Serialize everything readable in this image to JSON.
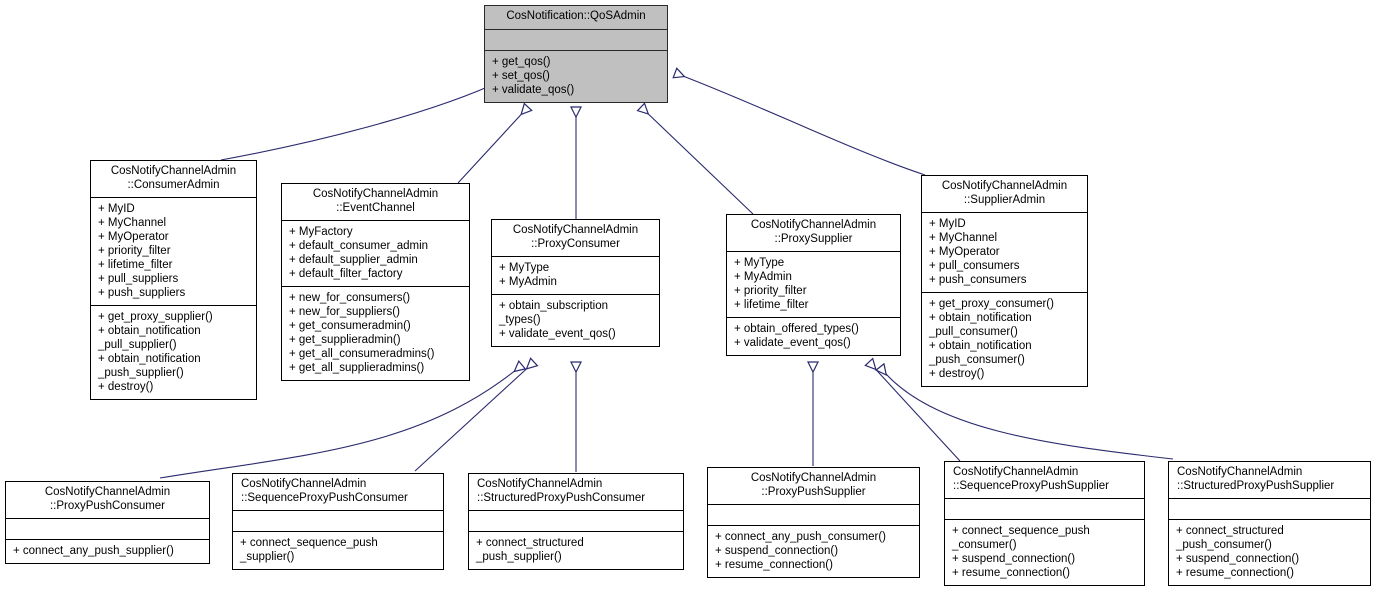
{
  "diagram": {
    "type": "uml-class-inheritance",
    "title": "CosNotification::QoSAdmin inheritance diagram",
    "line_color": "#2a2a6e",
    "root_fill": "#c0c0c0",
    "box_border": "#000000",
    "background": "#ffffff"
  },
  "classes": [
    {
      "id": "qosadmin",
      "name": "CosNotification::QoSAdmin",
      "attributes": [],
      "operations": [
        "+ get_qos()",
        "+ set_qos()",
        "+ validate_qos()"
      ],
      "highlighted": true
    },
    {
      "id": "consumeradmin",
      "name": "CosNotifyChannelAdmin\n::ConsumerAdmin",
      "attributes": [
        "+ MyID",
        "+ MyChannel",
        "+ MyOperator",
        "+ priority_filter",
        "+ lifetime_filter",
        "+ pull_suppliers",
        "+ push_suppliers"
      ],
      "operations": [
        "+ get_proxy_supplier()",
        "+ obtain_notification\n_pull_supplier()",
        "+ obtain_notification\n_push_supplier()",
        "+ destroy()"
      ],
      "highlighted": false
    },
    {
      "id": "eventchannel",
      "name": "CosNotifyChannelAdmin\n::EventChannel",
      "attributes": [
        "+ MyFactory",
        "+ default_consumer_admin",
        "+ default_supplier_admin",
        "+ default_filter_factory"
      ],
      "operations": [
        "+ new_for_consumers()",
        "+ new_for_suppliers()",
        "+ get_consumeradmin()",
        "+ get_supplieradmin()",
        "+ get_all_consumeradmins()",
        "+ get_all_supplieradmins()"
      ],
      "highlighted": false
    },
    {
      "id": "proxyconsumer",
      "name": "CosNotifyChannelAdmin\n::ProxyConsumer",
      "attributes": [
        "+ MyType",
        "+ MyAdmin"
      ],
      "operations": [
        "+ obtain_subscription\n_types()",
        "+ validate_event_qos()"
      ],
      "highlighted": false
    },
    {
      "id": "proxysupplier",
      "name": "CosNotifyChannelAdmin\n::ProxySupplier",
      "attributes": [
        "+ MyType",
        "+ MyAdmin",
        "+ priority_filter",
        "+ lifetime_filter"
      ],
      "operations": [
        "+ obtain_offered_types()",
        "+ validate_event_qos()"
      ],
      "highlighted": false
    },
    {
      "id": "supplieradmin",
      "name": "CosNotifyChannelAdmin\n::SupplierAdmin",
      "attributes": [
        "+ MyID",
        "+ MyChannel",
        "+ MyOperator",
        "+ pull_consumers",
        "+ push_consumers"
      ],
      "operations": [
        "+ get_proxy_consumer()",
        "+ obtain_notification\n_pull_consumer()",
        "+ obtain_notification\n_push_consumer()",
        "+ destroy()"
      ],
      "highlighted": false
    },
    {
      "id": "proxypushconsumer",
      "name": "CosNotifyChannelAdmin\n::ProxyPushConsumer",
      "attributes": [],
      "operations": [
        "+ connect_any_push_supplier()"
      ],
      "highlighted": false
    },
    {
      "id": "sequenceproxypushconsumer",
      "name": "CosNotifyChannelAdmin\n::SequenceProxyPushConsumer",
      "attributes": [],
      "operations": [
        "+ connect_sequence_push\n_supplier()"
      ],
      "highlighted": false
    },
    {
      "id": "structuredproxypushconsumer",
      "name": "CosNotifyChannelAdmin\n::StructuredProxyPushConsumer",
      "attributes": [],
      "operations": [
        "+ connect_structured\n_push_supplier()"
      ],
      "highlighted": false
    },
    {
      "id": "proxypushsupplier",
      "name": "CosNotifyChannelAdmin\n::ProxyPushSupplier",
      "attributes": [],
      "operations": [
        "+ connect_any_push_consumer()",
        "+ suspend_connection()",
        "+ resume_connection()"
      ],
      "highlighted": false
    },
    {
      "id": "sequenceproxypushsupplier",
      "name": "CosNotifyChannelAdmin\n::SequenceProxyPushSupplier",
      "attributes": [],
      "operations": [
        "+ connect_sequence_push\n_consumer()",
        "+ suspend_connection()",
        "+ resume_connection()"
      ],
      "highlighted": false
    },
    {
      "id": "structuredproxypushsupplier",
      "name": "CosNotifyChannelAdmin\n::StructuredProxyPushSupplier",
      "attributes": [],
      "operations": [
        "+ connect_structured\n_push_consumer()",
        "+ suspend_connection()",
        "+ resume_connection()"
      ],
      "highlighted": false
    }
  ],
  "edges": [
    {
      "from": "consumeradmin",
      "to": "qosadmin",
      "kind": "generalization"
    },
    {
      "from": "eventchannel",
      "to": "qosadmin",
      "kind": "generalization"
    },
    {
      "from": "proxyconsumer",
      "to": "qosadmin",
      "kind": "generalization"
    },
    {
      "from": "proxysupplier",
      "to": "qosadmin",
      "kind": "generalization"
    },
    {
      "from": "supplieradmin",
      "to": "qosadmin",
      "kind": "generalization"
    },
    {
      "from": "proxypushconsumer",
      "to": "proxyconsumer",
      "kind": "generalization"
    },
    {
      "from": "sequenceproxypushconsumer",
      "to": "proxyconsumer",
      "kind": "generalization"
    },
    {
      "from": "structuredproxypushconsumer",
      "to": "proxyconsumer",
      "kind": "generalization"
    },
    {
      "from": "proxypushsupplier",
      "to": "proxysupplier",
      "kind": "generalization"
    },
    {
      "from": "sequenceproxypushsupplier",
      "to": "proxysupplier",
      "kind": "generalization"
    },
    {
      "from": "structuredproxypushsupplier",
      "to": "proxysupplier",
      "kind": "generalization"
    }
  ]
}
